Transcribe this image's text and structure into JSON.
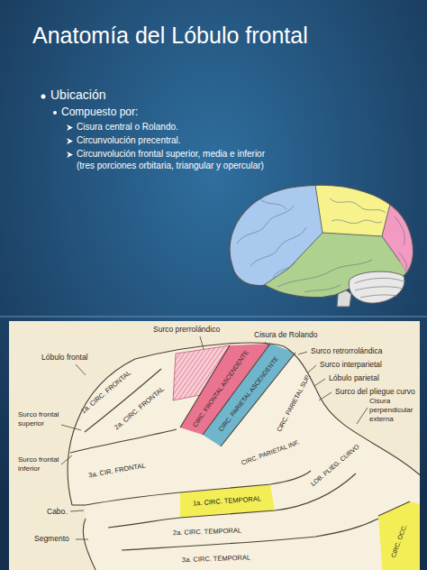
{
  "diagram": {
    "title": "Anatomía del Lóbulo frontal",
    "labels": [
      "Ubicación",
      "Compuesto por:",
      "Cisura central o Rolando.",
      "Circunvolución precentral.",
      "Circunvolución frontal superior, media e inferior (tres porciones orbitaria, triangular y opercular)",
      "Surco prerrolándico",
      "Cisura de Rolando",
      "Lóbulo frontal",
      "Surco retrorrolándica",
      "Surco interparietal",
      "Lóbulo parietal",
      "Surco del pliegue curvo",
      "Surco frontal superior",
      "1a. CIRC. FRONTAL",
      "2a. CIRC. FRONTAL",
      "CIRC. FRONTAL ASCENDENTE",
      "CIRC. PARIETAL ASCENDENTE",
      "CIRC. PARIETAL SUP.",
      "CIRC. PARIETAL INF.",
      "LOB. PLIEG. CURVO",
      "Cisura perpendicular externa",
      "Surco frontal inferior",
      "3a. CIR. FRONTAL",
      "1a. CIRC. TEMPORAL",
      "Cabo.",
      "2a. CIRC. TEMPORAL",
      "Segmento",
      "3a. CIRC. TEMPORAL",
      "CIRC. OCC."
    ]
  }
}
